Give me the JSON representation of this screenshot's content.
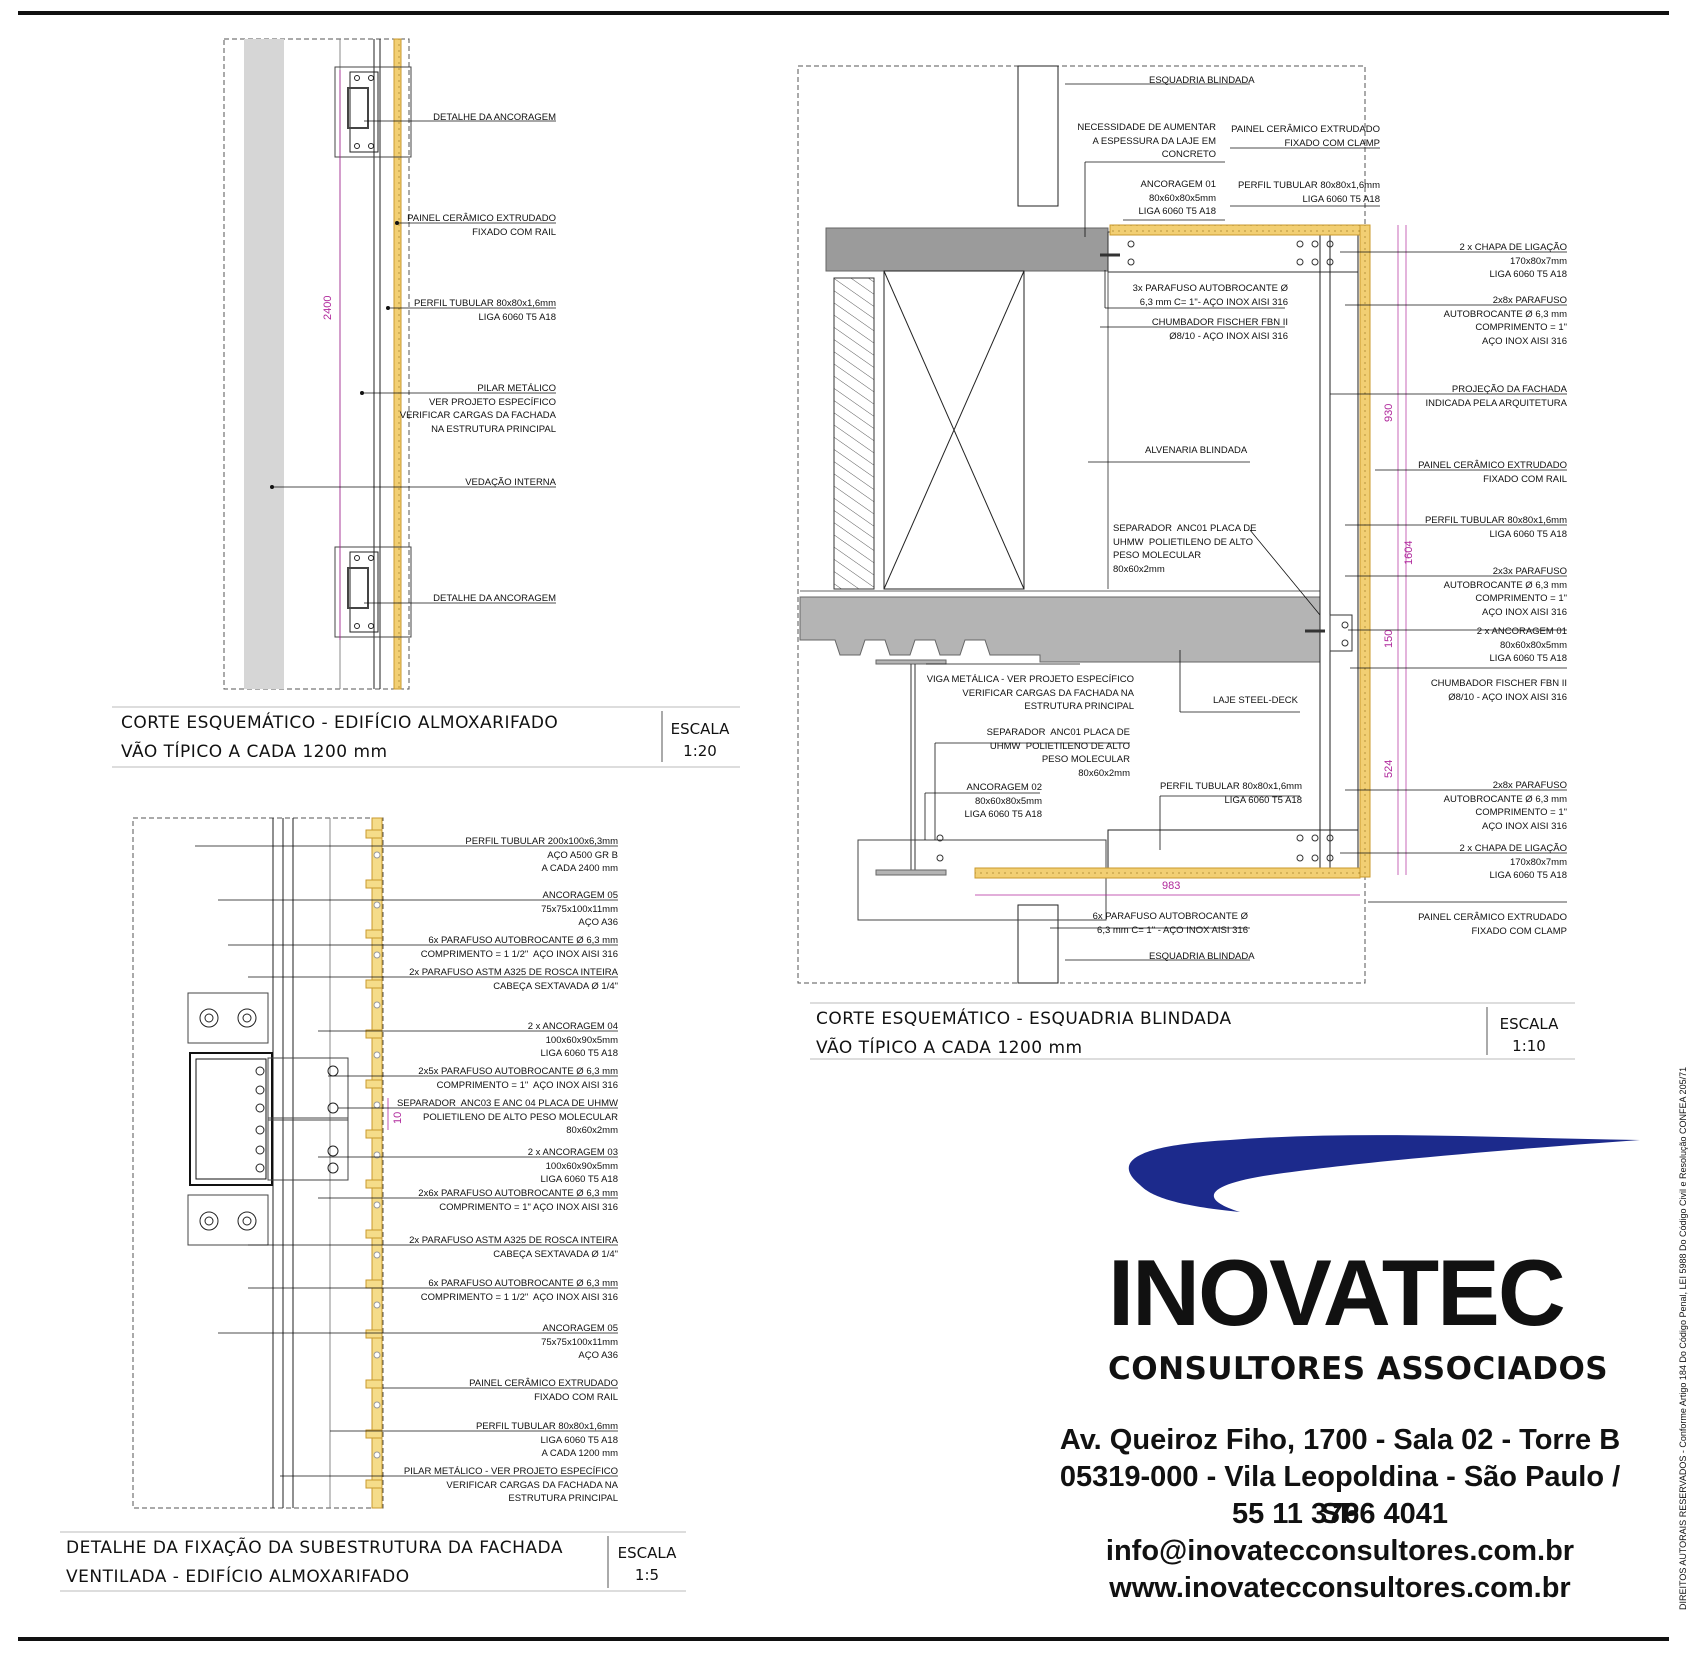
{
  "views": {
    "top_left": {
      "labels": [
        "DETALHE DA ANCORAGEM",
        "PAINEL CERÂMICO EXTRUDADO\nFIXADO COM RAIL",
        "PERFIL TUBULAR 80x80x1,6mm\nLIGA 6060 T5 A18",
        "PILAR METÁLICO\nVER PROJETO ESPECÍFICO\nVERIFICAR CARGAS DA FACHADA\nNA ESTRUTURA PRINCIPAL",
        "VEDAÇÃO INTERNA",
        "DETALHE DA ANCORAGEM"
      ],
      "dimension": "2400",
      "title_line1": "CORTE ESQUEMÁTICO - EDIFÍCIO ALMOXARIFADO",
      "title_line2": "VÃO TÍPICO A CADA 1200 mm",
      "scale_label": "ESCALA",
      "scale_value": "1:20"
    },
    "bottom_left": {
      "labels": [
        "PERFIL TUBULAR 200x100x6,3mm\nAÇO A500 GR B\nA CADA 2400 mm",
        "ANCORAGEM 05\n75x75x100x11mm\nAÇO A36",
        "6x PARAFUSO AUTOBROCANTE Ø 6,3 mm\nCOMPRIMENTO = 1 1/2\"  AÇO INOX AISI 316",
        "2x PARAFUSO ASTM A325 DE ROSCA INTEIRA\nCABEÇA SEXTAVADA Ø 1/4\"",
        "2 x ANCORAGEM 04\n100x60x90x5mm\nLIGA 6060 T5 A18",
        "2x5x PARAFUSO AUTOBROCANTE Ø 6,3 mm\nCOMPRIMENTO = 1\"  AÇO INOX AISI 316",
        "SEPARADOR  ANC03 E ANC 04 PLACA DE UHMW\nPOLIETILENO DE ALTO PESO MOLECULAR\n80x60x2mm",
        "2 x ANCORAGEM 03\n100x60x90x5mm\nLIGA 6060 T5 A18",
        "2x6x PARAFUSO AUTOBROCANTE Ø 6,3 mm\nCOMPRIMENTO = 1\" AÇO INOX AISI 316",
        "2x PARAFUSO ASTM A325 DE ROSCA INTEIRA\nCABEÇA SEXTAVADA Ø 1/4\"",
        "6x PARAFUSO AUTOBROCANTE Ø 6,3 mm\nCOMPRIMENTO = 1 1/2\"  AÇO INOX AISI 316",
        "ANCORAGEM 05\n75x75x100x11mm\nAÇO A36",
        "PAINEL CERÂMICO EXTRUDADO\nFIXADO COM RAIL",
        "PERFIL TUBULAR 80x80x1,6mm\nLIGA 6060 T5 A18\nA CADA 1200 mm",
        "PILAR METÁLICO - VER PROJETO ESPECÍFICO\nVERIFICAR CARGAS DA FACHADA NA\nESTRUTURA PRINCIPAL"
      ],
      "dimension": "10",
      "title_line1": "DETALHE DA FIXAÇÃO DA SUBESTRUTURA DA FACHADA",
      "title_line2": "VENTILADA - EDIFÍCIO ALMOXARIFADO",
      "scale_label": "ESCALA",
      "scale_value": "1:5"
    },
    "right": {
      "left_labels": [
        "ESQUADRIA BLINDADA",
        "NECESSIDADE DE AUMENTAR\nA ESPESSURA DA LAJE EM\nCONCRETO",
        "ANCORAGEM 01\n80x60x80x5mm\nLIGA 6060 T5 A18",
        "3x PARAFUSO AUTOBROCANTE Ø\n6,3 mm C= 1\"- AÇO INOX AISI 316",
        "CHUMBADOR FISCHER FBN II\nØ8/10 - AÇO INOX AISI 316",
        "ALVENARIA BLINDADA",
        "SEPARADOR  ANC01 PLACA DE\nUHMW  POLIETILENO DE ALTO\nPESO MOLECULAR\n80x60x2mm",
        "VIGA METÁLICA - VER PROJETO ESPECÍFICO\nVERIFICAR CARGAS DA FACHADA NA\nESTRUTURA PRINCIPAL",
        "LAJE STEEL-DECK",
        "SEPARADOR  ANC01 PLACA DE\nUHMW  POLIETILENO DE ALTO\nPESO MOLECULAR\n80x60x2mm",
        "ANCORAGEM 02\n80x60x80x5mm\nLIGA 6060 T5 A18",
        "PERFIL TUBULAR 80x80x1,6mm\nLIGA 6060 T5 A18",
        "6x PARAFUSO AUTOBROCANTE Ø\n6,3 mm C= 1\" - AÇO INOX AISI 316",
        "ESQUADRIA BLINDADA"
      ],
      "top_labels": [
        "PAINEL CERÂMICO EXTRUDADO\nFIXADO COM CLAMP",
        "PERFIL TUBULAR 80x80x1,6mm\nLIGA 6060 T5 A18"
      ],
      "right_labels": [
        "2 x CHAPA DE LIGAÇÃO\n170x80x7mm\nLIGA 6060 T5 A18",
        "2x8x PARAFUSO\nAUTOBROCANTE Ø 6,3 mm\nCOMPRIMENTO = 1\"\nAÇO INOX AISI 316",
        "PROJEÇÃO DA FACHADA\nINDICADA PELA ARQUITETURA",
        "PAINEL CERÂMICO EXTRUDADO\nFIXADO COM RAIL",
        "PERFIL TUBULAR 80x80x1,6mm\nLIGA 6060 T5 A18",
        "2x3x PARAFUSO\nAUTOBROCANTE Ø 6,3 mm\nCOMPRIMENTO = 1\"\nAÇO INOX AISI 316",
        "2 x ANCORAGEM 01\n80x60x80x5mm\nLIGA 6060 T5 A18",
        "CHUMBADOR FISCHER FBN II\nØ8/10 - AÇO INOX AISI 316",
        "2x8x PARAFUSO\nAUTOBROCANTE Ø 6,3 mm\nCOMPRIMENTO = 1\"\nAÇO INOX AISI 316",
        "2 x CHAPA DE LIGAÇÃO\n170x80x7mm\nLIGA 6060 T5 A18",
        "PAINEL CERÂMICO EXTRUDADO\nFIXADO COM CLAMP"
      ],
      "dimensions": [
        "930",
        "1604",
        "150",
        "524",
        "983"
      ],
      "title_line1": "CORTE ESQUEMÁTICO - ESQUADRIA BLINDADA",
      "title_line2": "VÃO TÍPICO A CADA 1200 mm",
      "scale_label": "ESCALA",
      "scale_value": "1:10"
    }
  },
  "brand": {
    "name": "INOVATEC",
    "subtitle": "CONSULTORES ASSOCIADOS",
    "logo_color": "#1c2a8c"
  },
  "contact": {
    "address_line1": "Av. Queiroz Fiho, 1700 - Sala 02 - Torre B",
    "address_line2": "05319-000 - Vila Leopoldina - São Paulo / SP",
    "phone": "55 11 3766 4041",
    "email": "info@inovatecconsultores.com.br",
    "website": "www.inovatecconsultores.com.br"
  },
  "copyright_notice": "DIREITOS AUTORAIS RESERVADOS - Conforme Artigo 184 Do Código Penal, LEI 5988 Do Código Civil e Resolução CONFEA 205/71",
  "colors": {
    "ceramic_panel": "#f2cf73",
    "ceramic_outline": "#c99a2e",
    "dimension": "#b0289c",
    "concrete": "#b4b4b4"
  }
}
